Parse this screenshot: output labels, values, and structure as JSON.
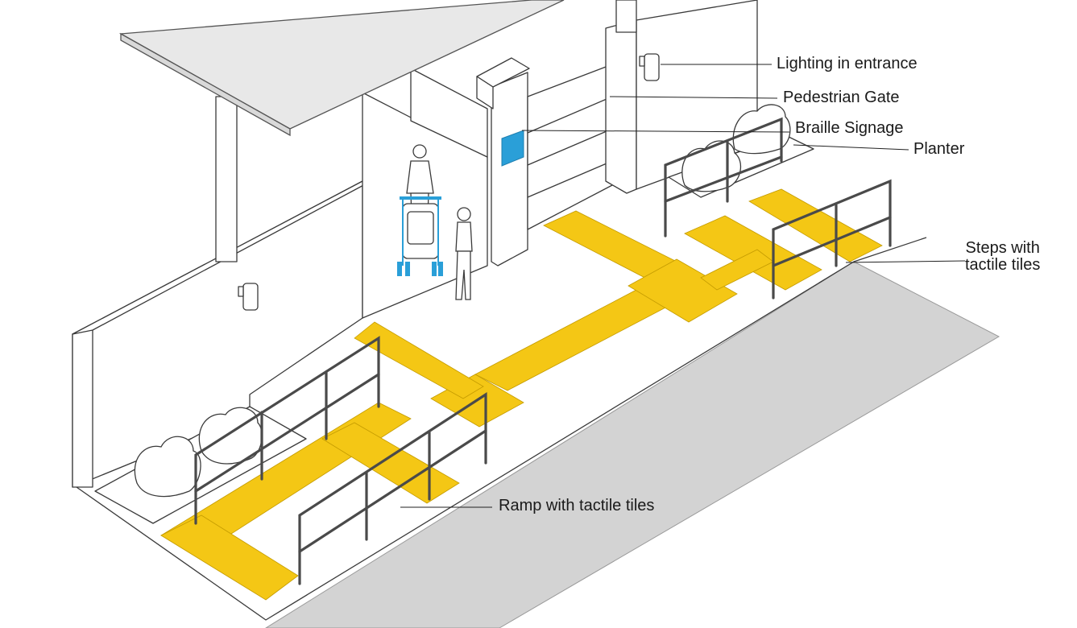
{
  "labels": {
    "lighting": "Lighting in entrance",
    "gate": "Pedestrian Gate",
    "braille": "Braille Signage",
    "planter": "Planter",
    "steps_line1": "Steps with",
    "steps_line2": "tactile tiles",
    "ramp": "Ramp with tactile tiles"
  },
  "colors": {
    "tactile_tile": "#f4c715",
    "braille_sign": "#2a9fd8",
    "road": "#d3d3d3",
    "line": "#3a3a3a",
    "background": "#ffffff"
  },
  "icons": [
    "wall-lamp-icon",
    "handrail-icon",
    "stroller-icon",
    "person-icon",
    "child-icon",
    "shrub-icon"
  ]
}
